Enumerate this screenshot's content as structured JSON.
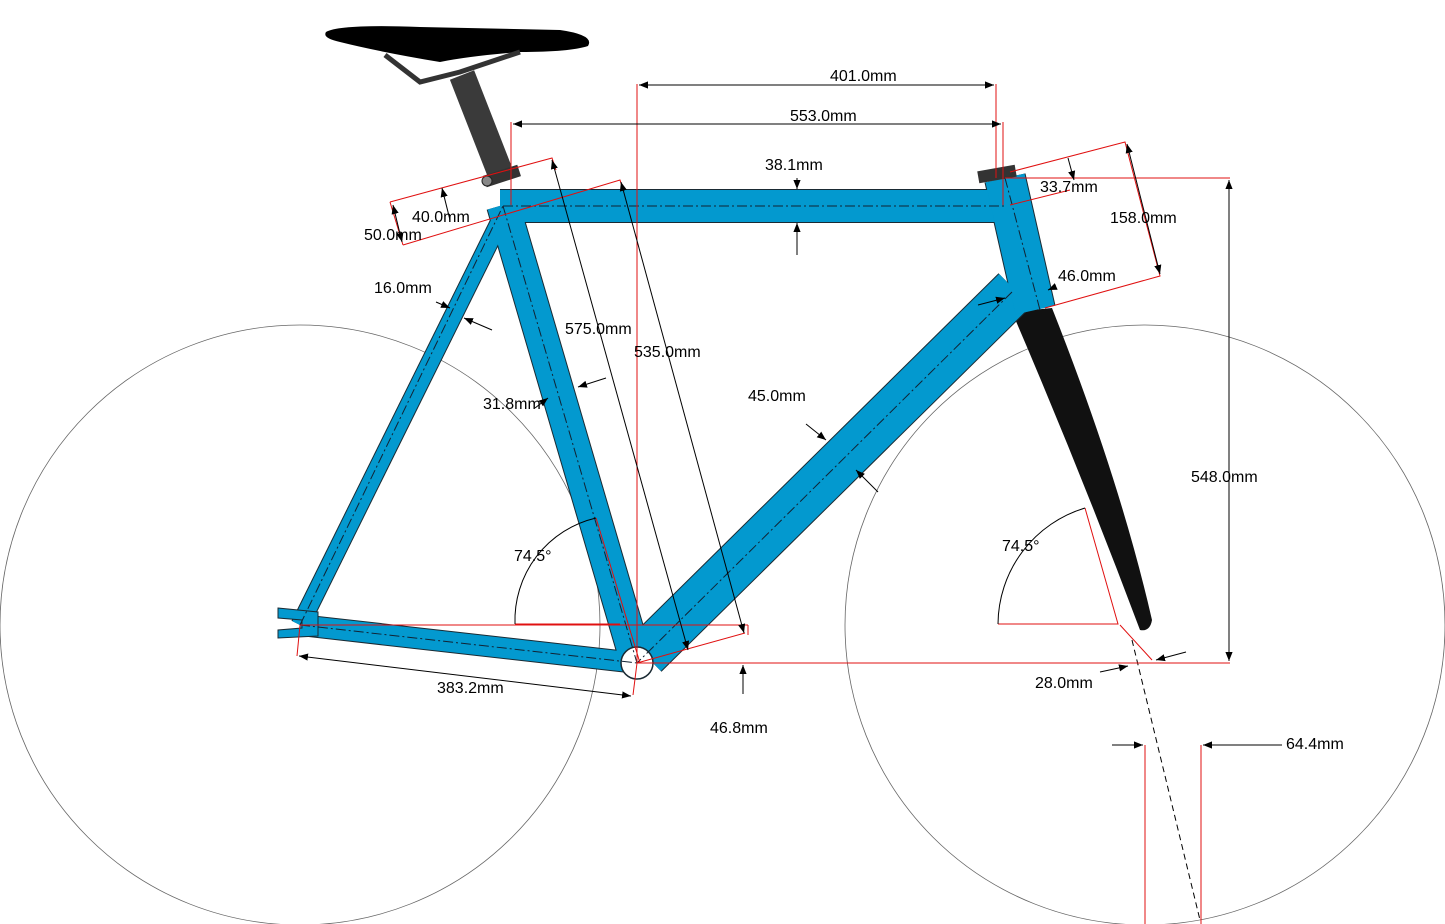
{
  "colors": {
    "frame": "#0399cf",
    "outline": "#1a2a33",
    "dimension": "#e01010",
    "fork": "#111111",
    "seatpost": "#3a3a3a"
  },
  "labels": {
    "stack_reach_401": "401.0mm",
    "top_tube_553": "553.0mm",
    "top_tube_dia": "38.1mm",
    "head_top_dia": "33.7mm",
    "head_tube_len": "158.0mm",
    "seat_cluster_40": "40.0mm",
    "seat_cluster_50": "50.0mm",
    "seat_stay_dia": "16.0mm",
    "seat_tube_575": "575.0mm",
    "seat_tube_535": "535.0mm",
    "head_bottom_dia": "46.0mm",
    "seat_tube_dia": "31.8mm",
    "down_tube_dia": "45.0mm",
    "stack_548": "548.0mm",
    "seat_angle": "74.5°",
    "head_angle": "74.5°",
    "chainstay_len": "383.2mm",
    "bb_drop": "46.8mm",
    "fork_offset": "28.0mm",
    "trail": "64.4mm"
  }
}
